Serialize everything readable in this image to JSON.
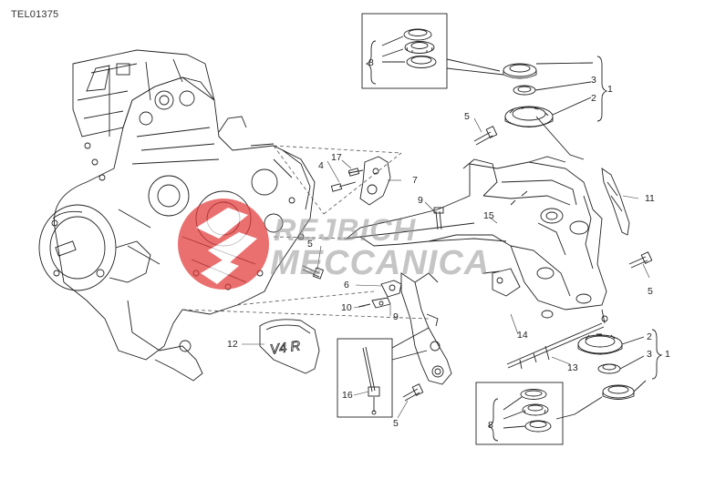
{
  "diagram_code": "TEL01375",
  "callouts": {
    "c1a": "1",
    "c2a": "2",
    "c3a": "3",
    "c8a": "8",
    "c5a": "5",
    "c4": "4",
    "c17": "17",
    "c7": "7",
    "c9a": "9",
    "c15": "15",
    "c11": "11",
    "c5b": "5",
    "c5c": "5",
    "c6": "6",
    "c10": "10",
    "c9b": "9",
    "c12": "12",
    "c14": "14",
    "c13": "13",
    "c2b": "2",
    "c3b": "3",
    "c1b": "1",
    "c16": "16",
    "c5d": "5",
    "c8b": "8"
  },
  "cover_lettering": "V4 R",
  "watermark": {
    "line1": "REJBICH",
    "line2": "MECCANICA",
    "logo_color": "#e23a3a"
  }
}
